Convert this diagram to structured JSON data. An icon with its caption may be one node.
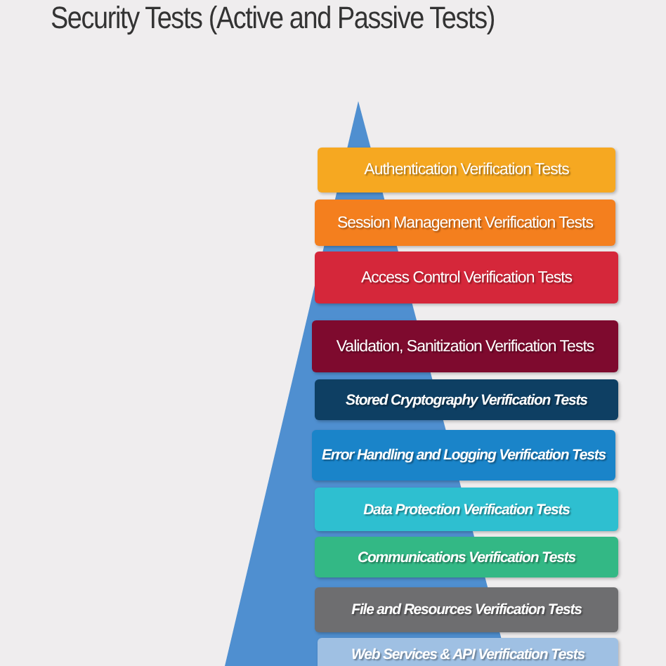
{
  "diagram": {
    "title": "Security Tests (Active and Passive Tests)",
    "nodes": [
      {
        "text": [
          "Authentication Verification Tests"
        ]
      },
      {
        "text": [
          "Session Management Verification Tests"
        ]
      },
      {
        "text": [
          "Access Control Verification Tests"
        ]
      },
      {
        "text": [
          "Validation, Sanitization Verification Tests"
        ]
      },
      {
        "text": [
          "Stored Cryptography Verification Tests"
        ]
      },
      {
        "text": [
          "Error Handling and Logging Verification Tests"
        ]
      },
      {
        "text": [
          "Data Protection Verification Tests"
        ]
      },
      {
        "text": [
          "Communications Verification Tests"
        ]
      },
      {
        "text": [
          "File and Resources Verification Tests"
        ]
      },
      {
        "text": [
          "Web Services & API Verification Tests"
        ]
      }
    ]
  }
}
